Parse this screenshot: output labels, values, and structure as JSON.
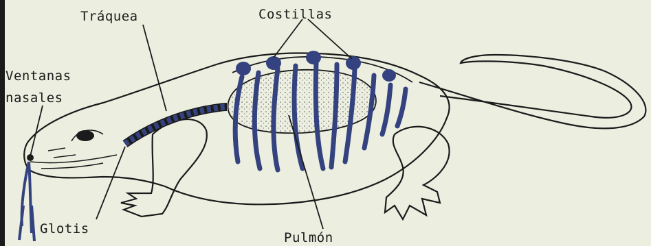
{
  "labels": {
    "traquea": "Tráquea",
    "costillas": "Costillas",
    "ventanas_line1": "Ventanas",
    "ventanas_line2": "nasales",
    "glotis": "Glotis",
    "pulmon": "Pulmón"
  },
  "colors": {
    "background": "#eceee0",
    "ink": "#1b1b1b",
    "structure_blue": "#34437f",
    "lung_fill": "#e4e6da"
  }
}
